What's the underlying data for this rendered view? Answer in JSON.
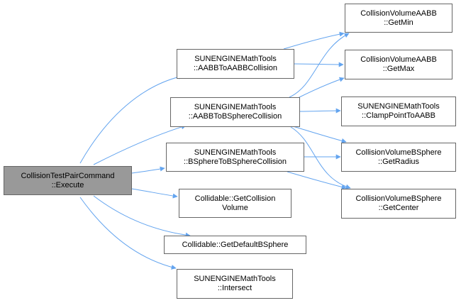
{
  "colors": {
    "edge": "#63a4ef",
    "node_border": "#666666",
    "node_fill": "#ffffff",
    "root_fill": "#999999"
  },
  "nodes": {
    "execute": {
      "line1": "CollisionTestPairCommand",
      "line2": "::Execute"
    },
    "aabb_to_aabb": {
      "line1": "SUNENGINEMathTools",
      "line2": "::AABBToAABBCollision"
    },
    "aabb_to_bsphere": {
      "line1": "SUNENGINEMathTools",
      "line2": "::AABBToBSphereCollision"
    },
    "bsphere_to_bsphere": {
      "line1": "SUNENGINEMathTools",
      "line2": "::BSphereToBSphereCollision"
    },
    "get_collision_volume": {
      "line1": "Collidable::GetCollision",
      "line2": "Volume"
    },
    "get_default_bsphere": {
      "line1": "Collidable::GetDefaultBSphere"
    },
    "intersect": {
      "line1": "SUNENGINEMathTools",
      "line2": "::Intersect"
    },
    "get_min": {
      "line1": "CollisionVolumeAABB",
      "line2": "::GetMin"
    },
    "get_max": {
      "line1": "CollisionVolumeAABB",
      "line2": "::GetMax"
    },
    "clamp_point": {
      "line1": "SUNENGINEMathTools",
      "line2": "::ClampPointToAABB"
    },
    "get_radius": {
      "line1": "CollisionVolumeBSphere",
      "line2": "::GetRadius"
    },
    "get_center": {
      "line1": "CollisionVolumeBSphere",
      "line2": "::GetCenter"
    }
  }
}
